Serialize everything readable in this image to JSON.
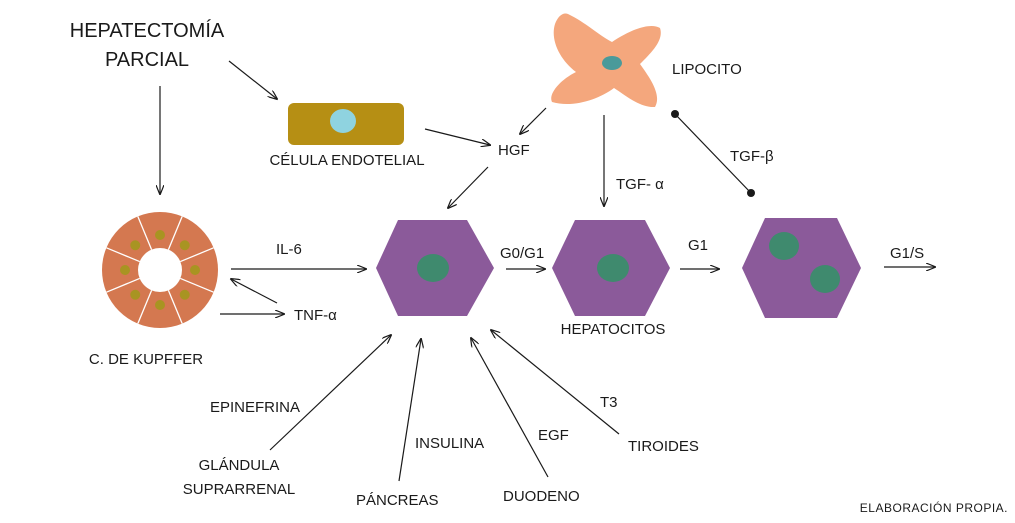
{
  "labels": {
    "hepatectomia_line1": "HEPATECTOMÍA",
    "hepatectomia_line2": "PARCIAL",
    "lipocito": "LIPOCITO",
    "celula_endotelial": "CÉLULA ENDOTELIAL",
    "hgf": "HGF",
    "tgf_alpha": "TGF- α",
    "tgf_beta": "TGF-β",
    "il6": "IL-6",
    "tnf_alpha": "TNF-α",
    "kupffer": "C. DE KUPFFER",
    "g0g1": "G0/G1",
    "g1": "G1",
    "g1s": "G1/S",
    "hepatocitos": "HEPATOCITOS",
    "epinefrina": "EPINEFRINA",
    "glandula_line1": "GLÁNDULA",
    "glandula_line2": "SUPRARRENAL",
    "insulina": "INSULINA",
    "pancreas": "PÁNCREAS",
    "egf": "EGF",
    "duodeno": "DUODENO",
    "t3": "T3",
    "tiroides": "TIROIDES",
    "source": "ELABORACIÓN PROPIA."
  },
  "colors": {
    "hepatocyte": "#8b5a9a",
    "nucleus": "#3f8a6e",
    "endothelial": "#b68f14",
    "endothelial_nucleus": "#8fd3e0",
    "lipocyte": "#f4a77d",
    "lipocyte_nucleus": "#4a9a9a",
    "kupffer": "#d47850",
    "kupffer_granule": "#a89422"
  }
}
